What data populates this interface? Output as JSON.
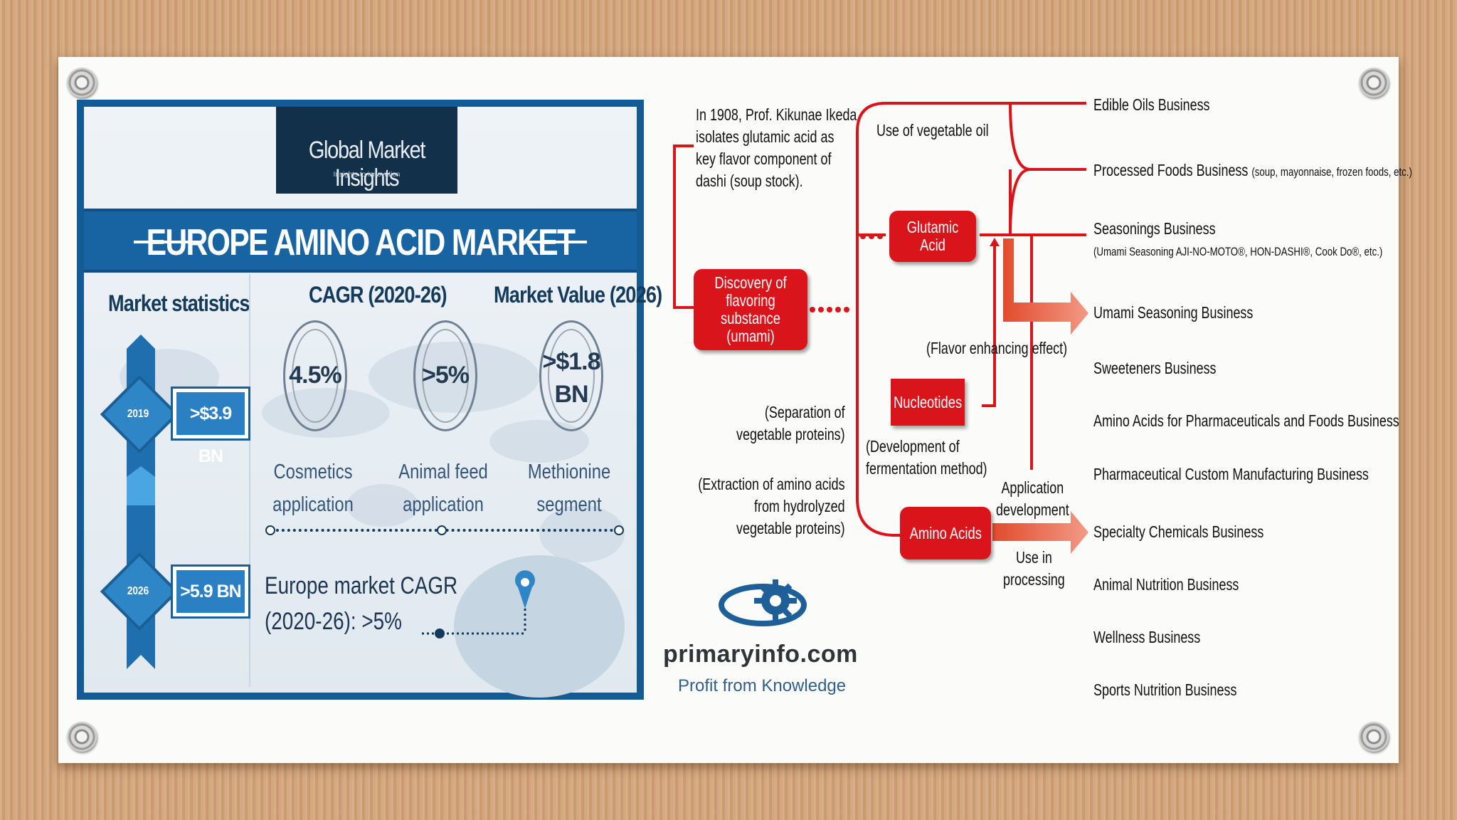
{
  "infographic": {
    "logo": {
      "name": "Global Market Insights",
      "tagline": "Insights to innovation"
    },
    "title": "EUROPE AMINO ACID MARKET",
    "market_statistics_label": "Market statistics",
    "cagr_label": "CAGR (2020-26)",
    "market_value_label": "Market Value (2026)",
    "years": [
      {
        "year": "2019",
        "value": ">$3.9 BN"
      },
      {
        "year": "2026",
        "value": ">5.9 BN"
      }
    ],
    "circles": [
      {
        "value": "4.5%",
        "label_line1": "Cosmetics",
        "label_line2": "application"
      },
      {
        "value": ">5%",
        "label_line1": "Animal feed",
        "label_line2": "application"
      },
      {
        "value_line1": ">$1.8",
        "value_line2": "BN",
        "label_line1": "Methionine",
        "label_line2": "segment"
      }
    ],
    "europe_cagr_line1": "Europe market CAGR",
    "europe_cagr_line2": "(2020-26): >5%"
  },
  "diagram": {
    "intro_lines": [
      "In 1908, Prof. Kikunae Ikeda",
      "isolates glutamic acid as",
      "key flavor component of",
      "dashi (soup stock)."
    ],
    "discovery_box": [
      "Discovery of",
      "flavoring substance",
      "(umami)"
    ],
    "glutamic_acid": "Glutamic Acid",
    "nucleotides": "Nucleotides",
    "amino_acids": "Amino Acids",
    "use_of_vegetable_oil": "Use of vegetable oil",
    "flavor_enhancing": "(Flavor enhancing effect)",
    "separation": [
      "(Separation of",
      "vegetable proteins)"
    ],
    "development_fermentation": [
      "(Development of",
      "fermentation method)"
    ],
    "extraction": [
      "(Extraction of amino acids",
      "from hydrolyzed",
      "vegetable proteins)"
    ],
    "application_development": [
      "Application",
      "development"
    ],
    "use_in_processing": [
      "Use in",
      "processing"
    ],
    "businesses": [
      {
        "name": "Edible Oils Business",
        "note": ""
      },
      {
        "name": "Processed Foods Business",
        "note": "(soup, mayonnaise, frozen foods, etc.)"
      },
      {
        "name": "Seasonings Business",
        "note": ""
      },
      {
        "name": "(Umami Seasoning AJI-NO-MOTO®, HON-DASHI®, Cook Do®, etc.)",
        "note": ""
      },
      {
        "name": "Umami Seasoning Business",
        "note": ""
      },
      {
        "name": "Sweeteners Business",
        "note": ""
      },
      {
        "name": "Amino Acids for Pharmaceuticals and Foods Business",
        "note": ""
      },
      {
        "name": "Pharmaceutical Custom Manufacturing Business",
        "note": ""
      },
      {
        "name": "Specialty Chemicals Business",
        "note": ""
      },
      {
        "name": "Animal Nutrition Business",
        "note": ""
      },
      {
        "name": "Wellness Business",
        "note": ""
      },
      {
        "name": "Sports Nutrition Business",
        "note": ""
      }
    ],
    "brand": "primaryinfo.com",
    "brand_tagline": "Profit from Knowledge"
  },
  "colors": {
    "accent_red": "#d9141b",
    "infographic_blue": "#1864a3",
    "board": "#fbfbfa"
  }
}
